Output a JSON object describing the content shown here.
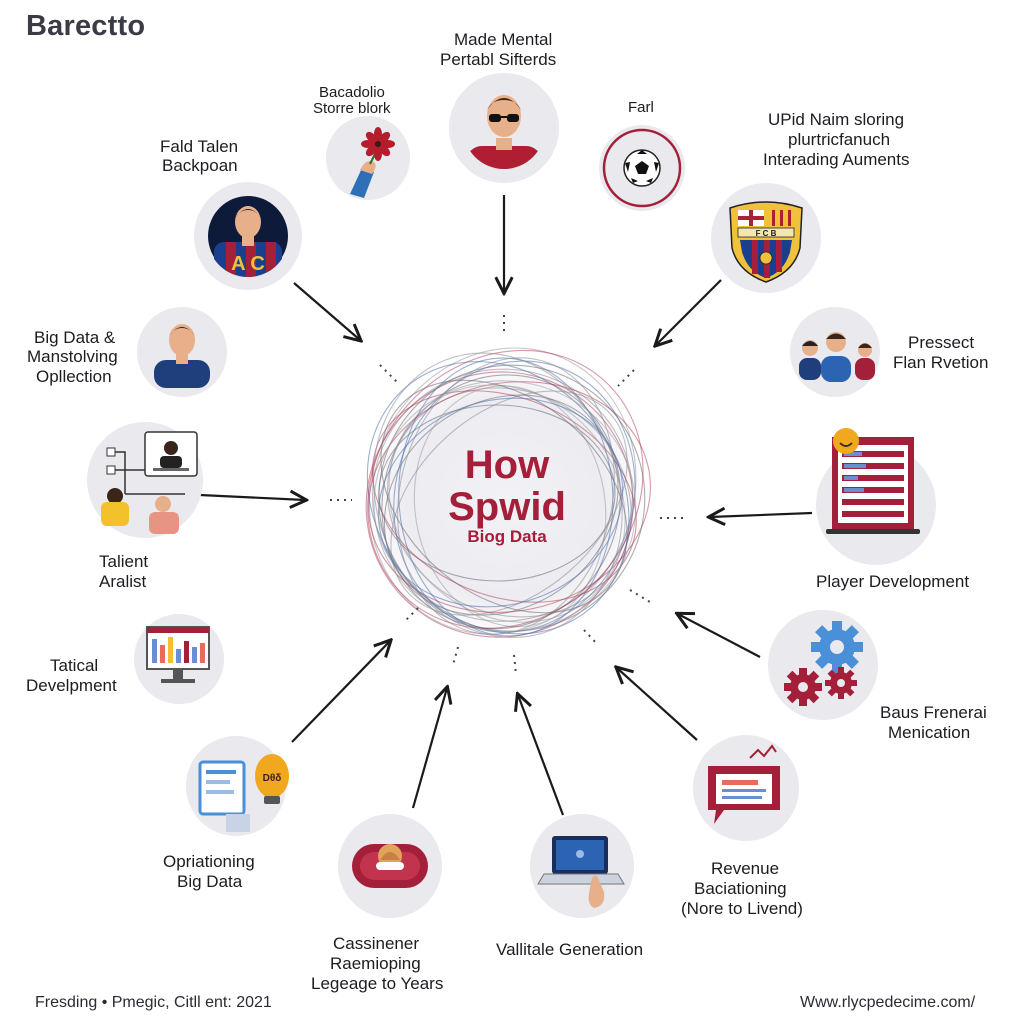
{
  "header": {
    "title": "Barectto"
  },
  "center": {
    "line1": "How",
    "line2": "Spwid",
    "line3": "Biog Data"
  },
  "nodes": {
    "top": {
      "line1": "Made Mental",
      "line2": "Pertabl Sifterds"
    },
    "bacadolio": {
      "line1": "Bacadolio",
      "line2": "Storre blork"
    },
    "fald": {
      "line1": "Fald Talen",
      "line2": "Backpoan"
    },
    "farl": {
      "line1": "Farl"
    },
    "upid": {
      "line1": "UPid Naim sloring",
      "line2": "plurtricfanuch",
      "line3": "Interading Auments"
    },
    "bigdata": {
      "line1": "Big Data &",
      "line2": "Manstolving",
      "line3": "Opllection"
    },
    "pressect": {
      "line1": "Pressect",
      "line2": "Flan Rvetion"
    },
    "talent": {
      "line1": "Talient",
      "line2": "Aralist"
    },
    "player": {
      "line1": "Player Development"
    },
    "tactical": {
      "line1": "Tatical",
      "line2": "Develpment"
    },
    "baus": {
      "line1": "Baus Frenerai",
      "line2": "Menication"
    },
    "oprationing": {
      "line1": "Opriationing",
      "line2": "Big Data"
    },
    "revenue": {
      "line1": "Revenue",
      "line2": "Baciationing",
      "line3": "(Nore to Livend)"
    },
    "cassinener": {
      "line1": "Cassinener",
      "line2": "Raemioping",
      "line3": "Legeage to Years"
    },
    "vallitale": {
      "line1": "Vallitale Generation"
    }
  },
  "footer": {
    "left": "Fresding • Pmegic, Citll ent: 2021",
    "right": "Www.rlycpedecime.com/"
  },
  "colors": {
    "accent": "#a4203a",
    "blaugrana_blue": "#1b3f8f",
    "circle_bg": "#e9e9ee",
    "skin": "#e7b08a"
  },
  "icons": {
    "top": "person-sunglasses-icon",
    "bacadolio": "flower-in-hand-icon",
    "farl": "soccer-ball-icon",
    "fald": "player-in-jersey-icon",
    "upid": "club-crest-icon",
    "bigdata": "person-avatar-icon",
    "pressect": "group-of-people-icon",
    "talent": "network-diagram-icon",
    "player": "dashboard-screen-icon",
    "tactical": "monitor-chart-icon",
    "baus": "gears-icon",
    "oprationing": "tablet-idea-icon",
    "revenue": "presentation-board-icon",
    "cassinener": "badge-hand-icon",
    "vallitale": "laptop-hand-icon"
  }
}
